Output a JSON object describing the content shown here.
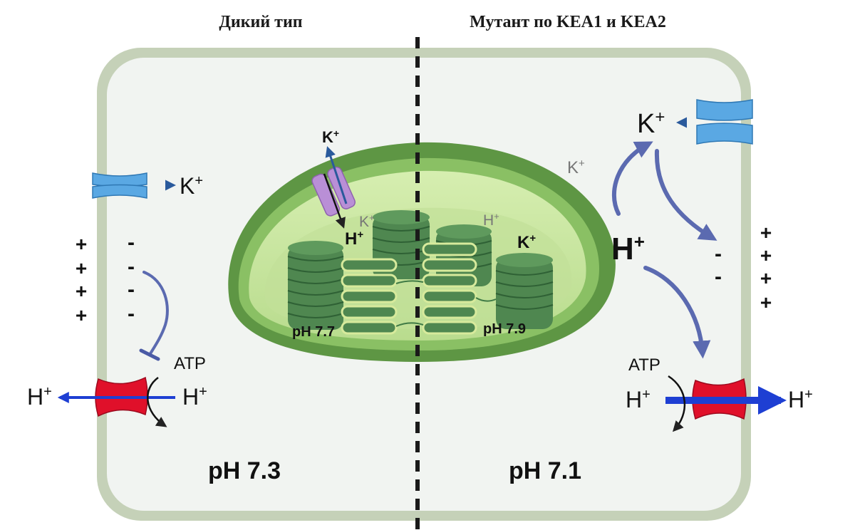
{
  "headers": {
    "wild_type": "Дикий тип",
    "mutant": "Мутант по KEA1 и KEA2"
  },
  "ions": {
    "k": "K",
    "h": "H",
    "charge": "+",
    "atp": "ATP"
  },
  "wild_type": {
    "cytosol_ph": "pH 7.3",
    "stroma_ph": "pH 7.7",
    "plus_column": [
      "+",
      "+",
      "+",
      "+"
    ],
    "minus_column": [
      "-",
      "-",
      "-",
      "-"
    ]
  },
  "mutant": {
    "cytosol_ph": "pH 7.1",
    "stroma_ph": "pH 7.9",
    "minus_column": [
      "-",
      "-"
    ],
    "plus_column": [
      "+",
      "+",
      "+",
      "+"
    ]
  },
  "colors": {
    "cell_wall": "#c5d1b8",
    "cytosol": "#f1f4f1",
    "chloroplast_outer": "#5e9644",
    "stroma": "#c6e39f",
    "grana": "#4f8750",
    "thylakoid_light": "#d7ea9c",
    "k_channel": "#5aa8e3",
    "kea_transporter": "#b98fd6",
    "h_atpase": "#e0102a",
    "proton_arrow": "#1e3fd3",
    "potassium_arrow": "#2a5a9c",
    "regulation_arrow": "#5b6ab0",
    "divider": "#1a1a1a"
  }
}
